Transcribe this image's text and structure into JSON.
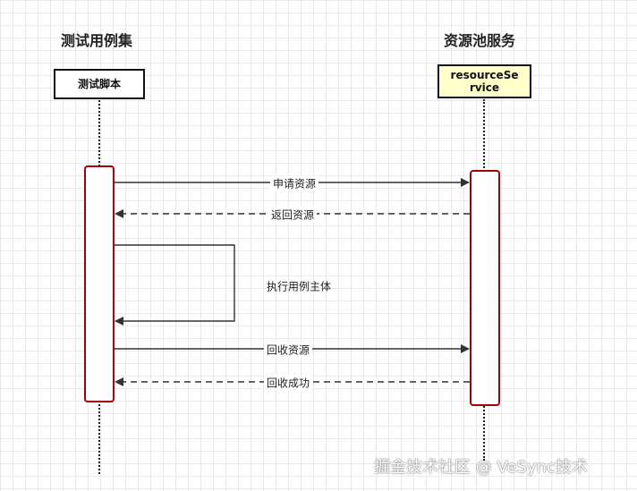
{
  "participants": {
    "left": {
      "group_title": "测试用例集",
      "name": "测试脚本",
      "fill": "#ffffff"
    },
    "right": {
      "group_title": "资源池服务",
      "name_line1": "resourceSe",
      "name_line2": "rvice",
      "fill": "#ffffcc"
    }
  },
  "messages": [
    {
      "label": "申请资源",
      "style": "solid",
      "direction": "right"
    },
    {
      "label": "返回资源",
      "style": "dashed",
      "direction": "left"
    },
    {
      "label": "执行用例主体",
      "style": "solid",
      "direction": "self"
    },
    {
      "label": "回收资源",
      "style": "solid",
      "direction": "right"
    },
    {
      "label": "回收成功",
      "style": "dashed",
      "direction": "left"
    }
  ],
  "colors": {
    "activation_border": "#a0000a",
    "arrow": "#333333"
  },
  "watermark": "掘金技术社区 @ VeSync技术"
}
